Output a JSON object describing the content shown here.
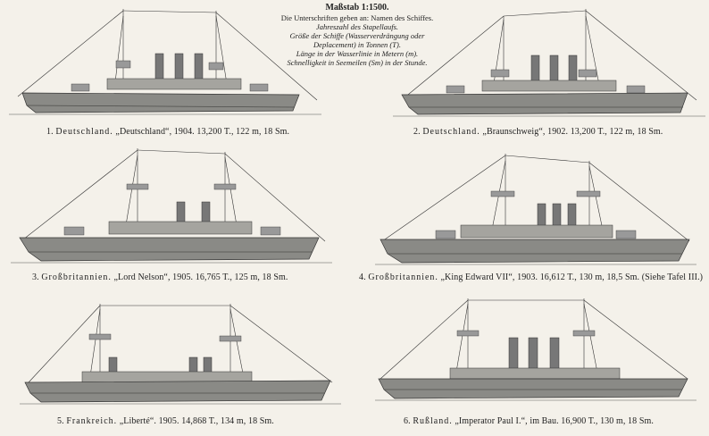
{
  "header": {
    "scale": "Maßstab 1:1500.",
    "lines": [
      "Die Unterschriften geben an: Namen des Schiffes.",
      "Jahreszahl des Stapellaufs.",
      "Größe der Schiffe (Wasserverdrängung oder",
      "Deplacement) in Tonnen (T).",
      "Länge in der Wasserlinie in Metern (m).",
      "Schnelligkeit in Seemeilen (Sm) in der Stunde."
    ]
  },
  "ships": [
    {
      "number": "1.",
      "country": "Deutschland.",
      "details": "„Deutschland“, 1904. 13,200 T., 122 m, 18 Sm."
    },
    {
      "number": "2.",
      "country": "Deutschland.",
      "details": "„Braunschweig“, 1902. 13,200 T., 122 m, 18 Sm."
    },
    {
      "number": "3.",
      "country": "Großbritannien.",
      "details": "„Lord Nelson“, 1905. 16,765 T., 125 m, 18 Sm."
    },
    {
      "number": "4.",
      "country": "Großbritannien.",
      "details": "„King Edward VII“, 1903. 16,612 T., 130 m, 18,5 Sm.",
      "note": "(Siehe Tafel III.)"
    },
    {
      "number": "5.",
      "country": "Frankreich.",
      "details": "„Liberté“. 1905. 14,868 T., 134 m, 18 Sm."
    },
    {
      "number": "6.",
      "country": "Rußland.",
      "details": "„Imperator Paul I.“, im Bau. 16,900 T., 130 m, 18 Sm."
    }
  ],
  "colors": {
    "paper": "#f4f1ea",
    "hull": "#8a8a86",
    "hull_dark": "#4e4e4b",
    "deck": "#b9b8b2",
    "ink": "#222222"
  }
}
